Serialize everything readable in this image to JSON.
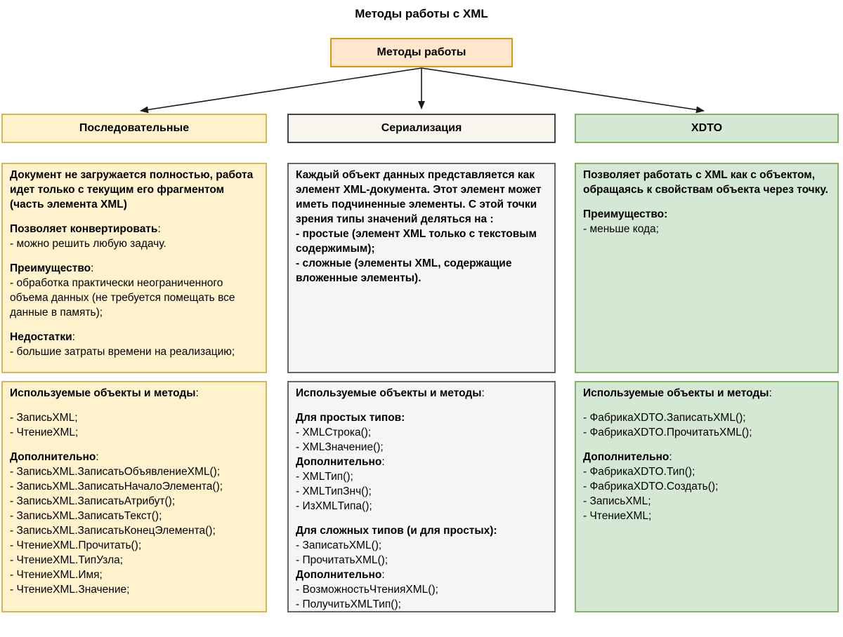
{
  "title": "Методы работы с XML",
  "root": {
    "label": "Методы работы",
    "fill": "#FFE6CC",
    "border": "#D79B00"
  },
  "arrow_color": "#1a1a1a",
  "columns": [
    {
      "key": "sequential",
      "header": "Последовательные",
      "fill": "#FFF2CC",
      "border": "#D6B656",
      "header_fill": "#FFF2CC",
      "header_border": "#D6B656",
      "box1": [
        [
          [
            "Документ не загружается полностью, работа идет только с текущим его фрагментом (часть элемента XML)",
            true
          ]
        ],
        [],
        [
          [
            "Позволяет конвертировать",
            true
          ],
          [
            ":",
            false
          ]
        ],
        [
          [
            "- можно решить любую задачу.",
            false
          ]
        ],
        [],
        [
          [
            "Преимущество",
            true
          ],
          [
            ":",
            false
          ]
        ],
        [
          [
            "- обработка практически неограниченного объема данных (не требуется помещать все данные в память);",
            false
          ]
        ],
        [],
        [
          [
            "Недостатки",
            true
          ],
          [
            ":",
            false
          ]
        ],
        [
          [
            "- большие затраты времени на реализацию;",
            false
          ]
        ]
      ],
      "box2": [
        [
          [
            "Используемые объекты и методы",
            true
          ],
          [
            ":",
            false
          ]
        ],
        [],
        [
          [
            "- ЗаписьXML;",
            false
          ]
        ],
        [
          [
            "- ЧтениеXML;",
            false
          ]
        ],
        [],
        [
          [
            "Дополнительно",
            true
          ],
          [
            ":",
            false
          ]
        ],
        [
          [
            "- ЗаписьXML.ЗаписатьОбъявлениеXML();",
            false
          ]
        ],
        [
          [
            "- ЗаписьXML.ЗаписатьНачалоЭлемента();",
            false
          ]
        ],
        [
          [
            "- ЗаписьXML.ЗаписатьАтрибут();",
            false
          ]
        ],
        [
          [
            "- ЗаписьXML.ЗаписатьТекст();",
            false
          ]
        ],
        [
          [
            "- ЗаписьXML.ЗаписатьКонецЭлемента();",
            false
          ]
        ],
        [
          [
            "- ЧтениеXML.Прочитать();",
            false
          ]
        ],
        [
          [
            "- ЧтениеXML.ТипУзла;",
            false
          ]
        ],
        [
          [
            "- ЧтениеXML.Имя;",
            false
          ]
        ],
        [
          [
            "- ЧтениеXML.Значение;",
            false
          ]
        ]
      ]
    },
    {
      "key": "serialization",
      "header": "Сериализация",
      "fill": "#F5F5F5",
      "border": "#666666",
      "header_fill": "#F7F5ED",
      "header_border": "#454545",
      "box1": [
        [
          [
            "Каждый объект данных представляется как элемент XML-документа. Этот элемент может иметь подчиненные элементы. С этой точки зрения типы значений деляться на :",
            true
          ]
        ],
        [
          [
            "- простые (элемент XML только с текстовым содержимым);",
            true
          ]
        ],
        [
          [
            "- сложные (элементы XML, содержащие вложенные элементы).",
            true
          ]
        ]
      ],
      "box2": [
        [
          [
            "Используемые объекты и методы",
            true
          ],
          [
            ":",
            false
          ]
        ],
        [],
        [
          [
            "Для простых типов:",
            true
          ]
        ],
        [
          [
            "- XMLСтрока();",
            false
          ]
        ],
        [
          [
            "- XMLЗначение();",
            false
          ]
        ],
        [
          [
            "Дополнительно",
            true
          ],
          [
            ":",
            false
          ]
        ],
        [
          [
            "- XMLТип();",
            false
          ]
        ],
        [
          [
            "- XMLТипЗнч();",
            false
          ]
        ],
        [
          [
            "- ИзXMLТипа();",
            false
          ]
        ],
        [],
        [
          [
            "Для сложных типов (и для простых):",
            true
          ]
        ],
        [
          [
            "- ЗаписатьXML();",
            false
          ]
        ],
        [
          [
            "- ПрочитатьXML();",
            false
          ]
        ],
        [
          [
            "Дополнительно",
            true
          ],
          [
            ":",
            false
          ]
        ],
        [
          [
            "- ВозможностьЧтенияXML();",
            false
          ]
        ],
        [
          [
            "- ПолучитьXMLТип();",
            false
          ]
        ]
      ]
    },
    {
      "key": "xdto",
      "header": "XDTO",
      "fill": "#D5E8D4",
      "border": "#82B366",
      "header_fill": "#D5E8D4",
      "header_border": "#82B366",
      "box1": [
        [
          [
            "Позволяет работать с XML как с объектом, обращаясь к свойствам объекта через точку.",
            true
          ]
        ],
        [],
        [
          [
            "Преимущество:",
            true
          ]
        ],
        [
          [
            "- меньше кода;",
            false
          ]
        ]
      ],
      "box2": [
        [
          [
            "Используемые объекты и методы",
            true
          ],
          [
            ":",
            false
          ]
        ],
        [],
        [
          [
            "- ФабрикаXDTO.ЗаписатьXML();",
            false
          ]
        ],
        [
          [
            "- ФабрикаXDTO.ПрочитатьXML();",
            false
          ]
        ],
        [],
        [
          [
            "Дополнительно",
            true
          ],
          [
            ":",
            false
          ]
        ],
        [
          [
            "- ФабрикаXDTO.Тип();",
            false
          ]
        ],
        [
          [
            "- ФабрикаXDTO.Создать();",
            false
          ]
        ],
        [
          [
            "- ЗаписьXML;",
            false
          ]
        ],
        [
          [
            "- ЧтениеXML;",
            false
          ]
        ]
      ]
    }
  ]
}
